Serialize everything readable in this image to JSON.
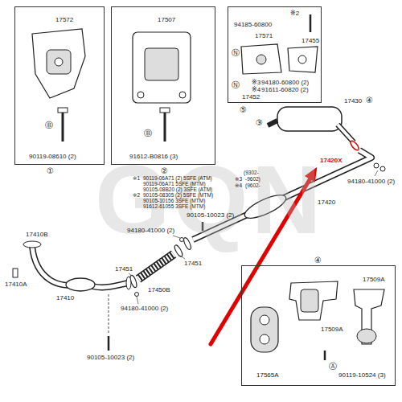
{
  "diagram": {
    "nodes": [
      {
        "text": [
          "17572",
          "Ⓑ",
          "90119-08610 (2)"
        ]
      },
      {
        "text": [
          "17507",
          "Ⓑ",
          "91612-B0816 (3)"
        ]
      },
      {
        "text": [
          "94185-60800",
          "※2",
          "17571",
          "17455",
          "Ⓝ",
          "Ⓝ",
          "※3",
          "94180-60800 (2)",
          "※4",
          "91611-60820 (2)",
          "17452"
        ]
      },
      {
        "text": [
          "④",
          "17509A",
          "17509A",
          "17565A",
          "Ⓐ",
          "90119-10524 (3)"
        ]
      }
    ],
    "labels": [
      "①",
      "②",
      "⑤",
      "③",
      "17430",
      "④",
      "17420X",
      "94180-41000 (2)",
      "※1",
      "90119-06A71 (2) 5SFE (ATM)",
      "90119-06A71 5SFE (MTM)",
      "90105-08B20 (2) 3SFE (ATM)",
      "※2",
      "90105-08305 (2) 5SFE (MTM)",
      "90105-10156 3SFE (MTM)",
      "91612-61055 3SFE (MTM)",
      "(9302-",
      "※3",
      "-9602)",
      "※4",
      "(9602-",
      "90105-10023 (2)",
      "17420",
      "94180-41000 (2)",
      "17451",
      "17451",
      "17450B",
      "94180-41000 (2)",
      "17410B",
      "17410A",
      "17410",
      "90105-10023 (2)",
      "GQN"
    ]
  }
}
